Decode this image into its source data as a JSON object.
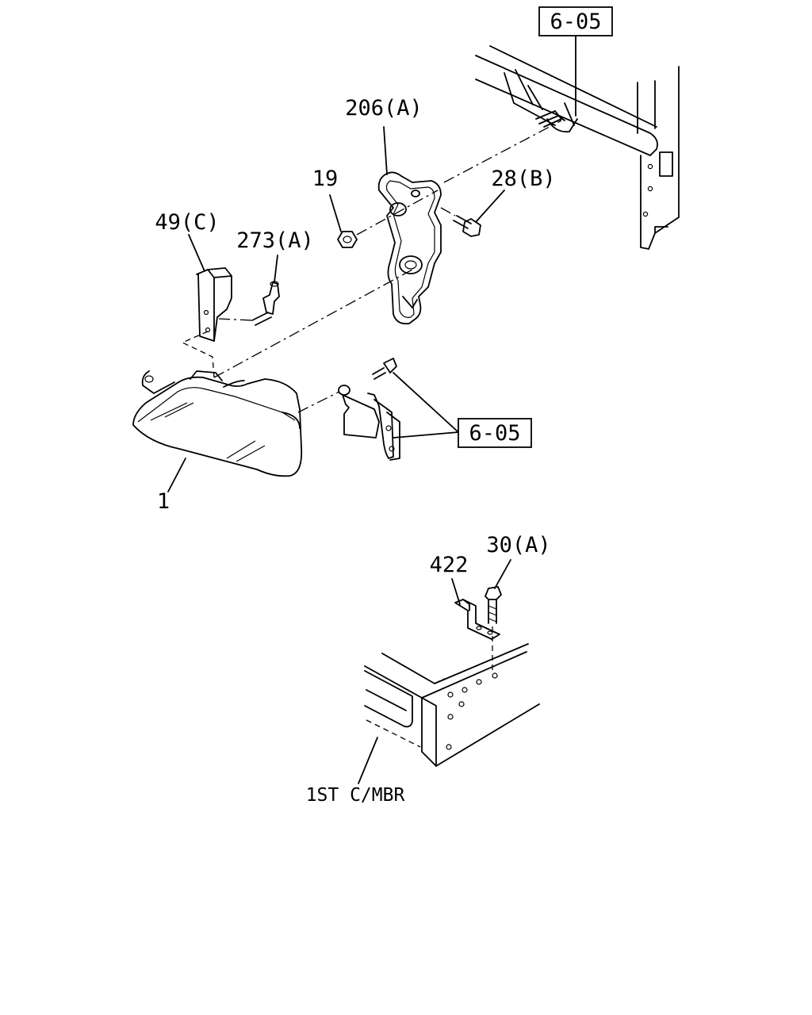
{
  "callouts": {
    "ref_top": "6-05",
    "ref_mid": "6-05",
    "bracket_206": "206(A)",
    "nut_19": "19",
    "bolt_28": "28(B)",
    "bracket_49": "49(C)",
    "bolt_273": "273(A)",
    "lamp_1": "1",
    "bolt_30": "30(A)",
    "bracket_422": "422",
    "crossmember": "1ST C/MBR"
  }
}
